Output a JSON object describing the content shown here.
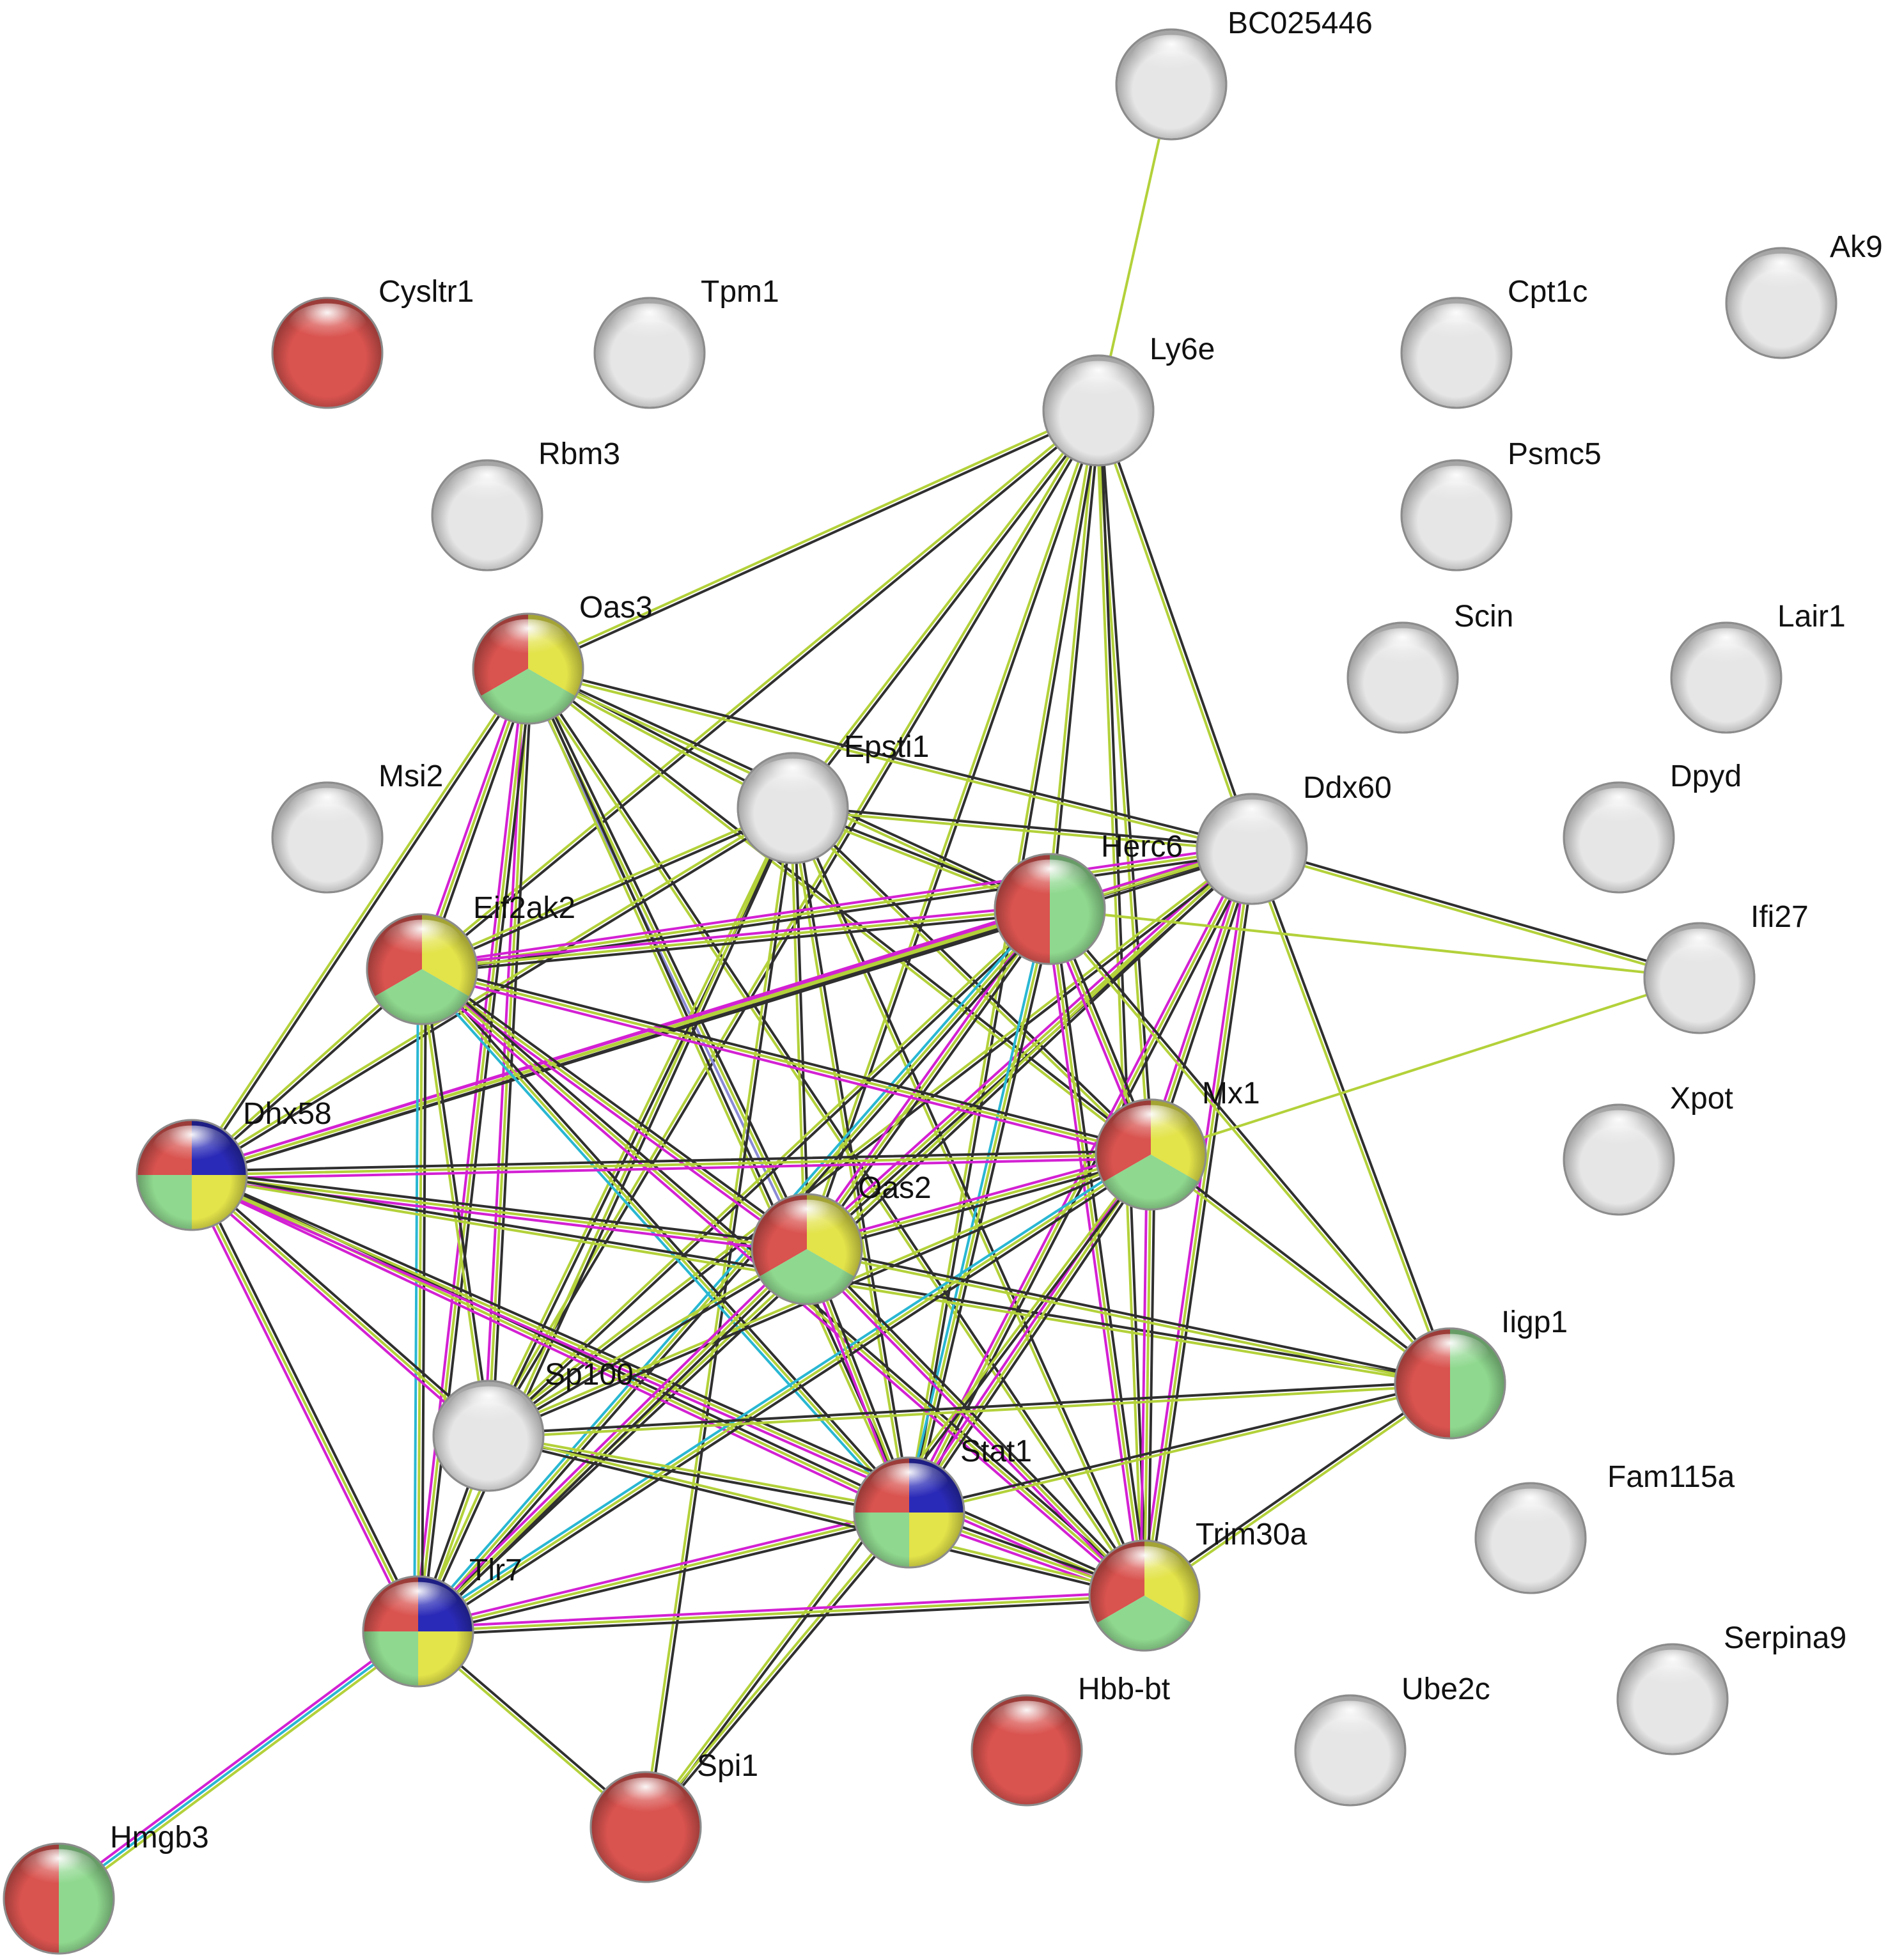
{
  "colors": {
    "gray_node": "#e6e6e6",
    "red": "#d9534f",
    "yellow": "#e3e34a",
    "green": "#8fd88f",
    "blue": "#2a2ab8",
    "edge_black": "#2f2f2f",
    "edge_lime": "#b3d13a",
    "edge_magenta": "#d321d3",
    "edge_cyan": "#29b7d3",
    "edge_lavender": "#8a8ad6"
  },
  "nodes": [
    {
      "id": "BC025446",
      "label": "BC025446",
      "colors": []
    },
    {
      "id": "Ly6e",
      "label": "Ly6e",
      "colors": []
    },
    {
      "id": "Cysltr1",
      "label": "Cysltr1",
      "colors": [
        "red"
      ]
    },
    {
      "id": "Tpm1",
      "label": "Tpm1",
      "colors": []
    },
    {
      "id": "Cpt1c",
      "label": "Cpt1c",
      "colors": []
    },
    {
      "id": "Ak9",
      "label": "Ak9",
      "colors": []
    },
    {
      "id": "Rbm3",
      "label": "Rbm3",
      "colors": []
    },
    {
      "id": "Psmc5",
      "label": "Psmc5",
      "colors": []
    },
    {
      "id": "Scin",
      "label": "Scin",
      "colors": []
    },
    {
      "id": "Lair1",
      "label": "Lair1",
      "colors": []
    },
    {
      "id": "Oas3",
      "label": "Oas3",
      "colors": [
        "red",
        "yellow",
        "green"
      ]
    },
    {
      "id": "Msi2",
      "label": "Msi2",
      "colors": []
    },
    {
      "id": "Epsti1",
      "label": "Epsti1",
      "colors": []
    },
    {
      "id": "Ddx60",
      "label": "Ddx60",
      "colors": []
    },
    {
      "id": "Dpyd",
      "label": "Dpyd",
      "colors": []
    },
    {
      "id": "Herc6",
      "label": "Herc6",
      "colors": [
        "red",
        "green"
      ]
    },
    {
      "id": "Eif2ak2",
      "label": "Eif2ak2",
      "colors": [
        "red",
        "yellow",
        "green"
      ]
    },
    {
      "id": "Ifi27",
      "label": "Ifi27",
      "colors": []
    },
    {
      "id": "Dhx58",
      "label": "Dhx58",
      "colors": [
        "red",
        "blue",
        "yellow",
        "green"
      ]
    },
    {
      "id": "Mx1",
      "label": "Mx1",
      "colors": [
        "red",
        "yellow",
        "green"
      ]
    },
    {
      "id": "Xpot",
      "label": "Xpot",
      "colors": []
    },
    {
      "id": "Oas2",
      "label": "Oas2",
      "colors": [
        "red",
        "yellow",
        "green"
      ]
    },
    {
      "id": "Iigp1",
      "label": "Iigp1",
      "colors": [
        "red",
        "green"
      ]
    },
    {
      "id": "Sp100",
      "label": "Sp100",
      "colors": []
    },
    {
      "id": "Stat1",
      "label": "Stat1",
      "colors": [
        "red",
        "blue",
        "yellow",
        "green"
      ]
    },
    {
      "id": "Fam115a",
      "label": "Fam115a",
      "colors": []
    },
    {
      "id": "Trim30a",
      "label": "Trim30a",
      "colors": [
        "red",
        "yellow",
        "green"
      ]
    },
    {
      "id": "Tlr7",
      "label": "Tlr7",
      "colors": [
        "red",
        "blue",
        "yellow",
        "green"
      ]
    },
    {
      "id": "Serpina9",
      "label": "Serpina9",
      "colors": []
    },
    {
      "id": "Hbb-bt",
      "label": "Hbb-bt",
      "colors": [
        "red"
      ]
    },
    {
      "id": "Ube2c",
      "label": "Ube2c",
      "colors": []
    },
    {
      "id": "Spi1",
      "label": "Spi1",
      "colors": [
        "red"
      ]
    },
    {
      "id": "Hmgb3",
      "label": "Hmgb3",
      "colors": [
        "red",
        "green"
      ]
    }
  ],
  "edges": [
    {
      "source": "BC025446",
      "target": "Ly6e",
      "types": [
        "edge_lime"
      ]
    },
    {
      "source": "Ly6e",
      "target": "Oas3",
      "types": [
        "edge_black",
        "edge_lime"
      ]
    },
    {
      "source": "Ly6e",
      "target": "Epsti1",
      "types": [
        "edge_black",
        "edge_lime"
      ]
    },
    {
      "source": "Ly6e",
      "target": "Herc6",
      "types": [
        "edge_black",
        "edge_lime"
      ]
    },
    {
      "source": "Ly6e",
      "target": "Ddx60",
      "types": [
        "edge_black",
        "edge_lime"
      ]
    },
    {
      "source": "Ly6e",
      "target": "Mx1",
      "types": [
        "edge_black",
        "edge_lime"
      ]
    },
    {
      "source": "Ly6e",
      "target": "Oas2",
      "types": [
        "edge_black",
        "edge_lime"
      ]
    },
    {
      "source": "Ly6e",
      "target": "Stat1",
      "types": [
        "edge_black",
        "edge_lime"
      ]
    },
    {
      "source": "Ly6e",
      "target": "Trim30a",
      "types": [
        "edge_black",
        "edge_lime"
      ]
    },
    {
      "source": "Ly6e",
      "target": "Sp100",
      "types": [
        "edge_black",
        "edge_lime"
      ]
    },
    {
      "source": "Ly6e",
      "target": "Eif2ak2",
      "types": [
        "edge_black",
        "edge_lime"
      ]
    },
    {
      "source": "Oas3",
      "target": "Epsti1",
      "types": [
        "edge_black",
        "edge_lime"
      ]
    },
    {
      "source": "Oas3",
      "target": "Herc6",
      "types": [
        "edge_black",
        "edge_lime"
      ]
    },
    {
      "source": "Oas3",
      "target": "Ddx60",
      "types": [
        "edge_black",
        "edge_lime"
      ]
    },
    {
      "source": "Oas3",
      "target": "Eif2ak2",
      "types": [
        "edge_black",
        "edge_lime",
        "edge_magenta"
      ]
    },
    {
      "source": "Oas3",
      "target": "Dhx58",
      "types": [
        "edge_black",
        "edge_lime"
      ]
    },
    {
      "source": "Oas3",
      "target": "Mx1",
      "types": [
        "edge_black",
        "edge_lime"
      ]
    },
    {
      "source": "Oas3",
      "target": "Oas2",
      "types": [
        "edge_black",
        "edge_lime",
        "edge_lavender"
      ]
    },
    {
      "source": "Oas3",
      "target": "Stat1",
      "types": [
        "edge_black",
        "edge_lime"
      ]
    },
    {
      "source": "Oas3",
      "target": "Trim30a",
      "types": [
        "edge_black",
        "edge_lime"
      ]
    },
    {
      "source": "Oas3",
      "target": "Sp100",
      "types": [
        "edge_black",
        "edge_lime",
        "edge_magenta"
      ]
    },
    {
      "source": "Oas3",
      "target": "Tlr7",
      "types": [
        "edge_black",
        "edge_lime",
        "edge_magenta"
      ]
    },
    {
      "source": "Epsti1",
      "target": "Herc6",
      "types": [
        "edge_black",
        "edge_lime"
      ]
    },
    {
      "source": "Epsti1",
      "target": "Ddx60",
      "types": [
        "edge_black",
        "edge_lime"
      ]
    },
    {
      "source": "Epsti1",
      "target": "Mx1",
      "types": [
        "edge_black",
        "edge_lime"
      ]
    },
    {
      "source": "Epsti1",
      "target": "Oas2",
      "types": [
        "edge_black",
        "edge_lime"
      ]
    },
    {
      "source": "Epsti1",
      "target": "Stat1",
      "types": [
        "edge_black",
        "edge_lime"
      ]
    },
    {
      "source": "Epsti1",
      "target": "Trim30a",
      "types": [
        "edge_black",
        "edge_lime"
      ]
    },
    {
      "source": "Epsti1",
      "target": "Dhx58",
      "types": [
        "edge_black",
        "edge_lime"
      ]
    },
    {
      "source": "Epsti1",
      "target": "Eif2ak2",
      "types": [
        "edge_black",
        "edge_lime"
      ]
    },
    {
      "source": "Epsti1",
      "target": "Sp100",
      "types": [
        "edge_black",
        "edge_lime"
      ]
    },
    {
      "source": "Epsti1",
      "target": "Spi1",
      "types": [
        "edge_black",
        "edge_lime"
      ]
    },
    {
      "source": "Epsti1",
      "target": "Tlr7",
      "types": [
        "edge_black",
        "edge_lime"
      ]
    },
    {
      "source": "Ddx60",
      "target": "Herc6",
      "types": [
        "edge_black",
        "edge_lime"
      ]
    },
    {
      "source": "Ddx60",
      "target": "Ifi27",
      "types": [
        "edge_black",
        "edge_lime"
      ]
    },
    {
      "source": "Ddx60",
      "target": "Mx1",
      "types": [
        "edge_black",
        "edge_lime",
        "edge_magenta"
      ]
    },
    {
      "source": "Ddx60",
      "target": "Iigp1",
      "types": [
        "edge_black",
        "edge_lime"
      ]
    },
    {
      "source": "Ddx60",
      "target": "Oas2",
      "types": [
        "edge_black",
        "edge_lime",
        "edge_magenta"
      ]
    },
    {
      "source": "Ddx60",
      "target": "Stat1",
      "types": [
        "edge_black",
        "edge_lime",
        "edge_magenta"
      ]
    },
    {
      "source": "Ddx60",
      "target": "Trim30a",
      "types": [
        "edge_black",
        "edge_lime",
        "edge_magenta"
      ]
    },
    {
      "source": "Ddx60",
      "target": "Dhx58",
      "types": [
        "edge_black",
        "edge_lime",
        "edge_magenta"
      ]
    },
    {
      "source": "Ddx60",
      "target": "Eif2ak2",
      "types": [
        "edge_black",
        "edge_lime",
        "edge_magenta"
      ]
    },
    {
      "source": "Ddx60",
      "target": "Sp100",
      "types": [
        "edge_black",
        "edge_lime"
      ]
    },
    {
      "source": "Ddx60",
      "target": "Tlr7",
      "types": [
        "edge_black",
        "edge_lime"
      ]
    },
    {
      "source": "Herc6",
      "target": "Mx1",
      "types": [
        "edge_black",
        "edge_lime",
        "edge_magenta"
      ]
    },
    {
      "source": "Herc6",
      "target": "Oas2",
      "types": [
        "edge_black",
        "edge_lime",
        "edge_magenta"
      ]
    },
    {
      "source": "Herc6",
      "target": "Stat1",
      "types": [
        "edge_black",
        "edge_lime",
        "edge_cyan"
      ]
    },
    {
      "source": "Herc6",
      "target": "Trim30a",
      "types": [
        "edge_black",
        "edge_lime",
        "edge_magenta"
      ]
    },
    {
      "source": "Herc6",
      "target": "Dhx58",
      "types": [
        "edge_black",
        "edge_lime",
        "edge_magenta"
      ]
    },
    {
      "source": "Herc6",
      "target": "Eif2ak2",
      "types": [
        "edge_black",
        "edge_lime",
        "edge_magenta"
      ]
    },
    {
      "source": "Herc6",
      "target": "Sp100",
      "types": [
        "edge_black",
        "edge_lime"
      ]
    },
    {
      "source": "Herc6",
      "target": "Tlr7",
      "types": [
        "edge_black",
        "edge_lime",
        "edge_cyan"
      ]
    },
    {
      "source": "Herc6",
      "target": "Iigp1",
      "types": [
        "edge_black",
        "edge_lime"
      ]
    },
    {
      "source": "Eif2ak2",
      "target": "Dhx58",
      "types": [
        "edge_black",
        "edge_lime"
      ]
    },
    {
      "source": "Eif2ak2",
      "target": "Oas2",
      "types": [
        "edge_black",
        "edge_lime",
        "edge_magenta"
      ]
    },
    {
      "source": "Eif2ak2",
      "target": "Mx1",
      "types": [
        "edge_black",
        "edge_lime",
        "edge_magenta"
      ]
    },
    {
      "source": "Eif2ak2",
      "target": "Stat1",
      "types": [
        "edge_black",
        "edge_lime",
        "edge_cyan"
      ]
    },
    {
      "source": "Eif2ak2",
      "target": "Trim30a",
      "types": [
        "edge_black",
        "edge_lime",
        "edge_magenta"
      ]
    },
    {
      "source": "Eif2ak2",
      "target": "Tlr7",
      "types": [
        "edge_black",
        "edge_lime",
        "edge_cyan"
      ]
    },
    {
      "source": "Eif2ak2",
      "target": "Sp100",
      "types": [
        "edge_black",
        "edge_lime"
      ]
    },
    {
      "source": "Ifi27",
      "target": "Mx1",
      "types": [
        "edge_lime"
      ]
    },
    {
      "source": "Ifi27",
      "target": "Herc6",
      "types": [
        "edge_lime"
      ]
    },
    {
      "source": "Dhx58",
      "target": "Mx1",
      "types": [
        "edge_black",
        "edge_lime",
        "edge_magenta"
      ]
    },
    {
      "source": "Dhx58",
      "target": "Oas2",
      "types": [
        "edge_black",
        "edge_lime",
        "edge_magenta"
      ]
    },
    {
      "source": "Dhx58",
      "target": "Stat1",
      "types": [
        "edge_black",
        "edge_lime",
        "edge_magenta"
      ]
    },
    {
      "source": "Dhx58",
      "target": "Trim30a",
      "types": [
        "edge_black",
        "edge_lime",
        "edge_magenta"
      ]
    },
    {
      "source": "Dhx58",
      "target": "Tlr7",
      "types": [
        "edge_black",
        "edge_lime",
        "edge_magenta"
      ]
    },
    {
      "source": "Dhx58",
      "target": "Sp100",
      "types": [
        "edge_black",
        "edge_lime",
        "edge_magenta"
      ]
    },
    {
      "source": "Dhx58",
      "target": "Iigp1",
      "types": [
        "edge_black",
        "edge_lime"
      ]
    },
    {
      "source": "Mx1",
      "target": "Oas2",
      "types": [
        "edge_black",
        "edge_lime",
        "edge_magenta"
      ]
    },
    {
      "source": "Mx1",
      "target": "Stat1",
      "types": [
        "edge_black",
        "edge_lime",
        "edge_magenta"
      ]
    },
    {
      "source": "Mx1",
      "target": "Trim30a",
      "types": [
        "edge_black",
        "edge_lime",
        "edge_magenta"
      ]
    },
    {
      "source": "Mx1",
      "target": "Tlr7",
      "types": [
        "edge_black",
        "edge_lime",
        "edge_cyan"
      ]
    },
    {
      "source": "Mx1",
      "target": "Sp100",
      "types": [
        "edge_black",
        "edge_lime"
      ]
    },
    {
      "source": "Mx1",
      "target": "Iigp1",
      "types": [
        "edge_black",
        "edge_lime"
      ]
    },
    {
      "source": "Mx1",
      "target": "Spi1",
      "types": [
        "edge_black",
        "edge_lime"
      ]
    },
    {
      "source": "Oas2",
      "target": "Stat1",
      "types": [
        "edge_black",
        "edge_lime",
        "edge_magenta"
      ]
    },
    {
      "source": "Oas2",
      "target": "Trim30a",
      "types": [
        "edge_black",
        "edge_lime",
        "edge_magenta"
      ]
    },
    {
      "source": "Oas2",
      "target": "Tlr7",
      "types": [
        "edge_black",
        "edge_lime",
        "edge_magenta"
      ]
    },
    {
      "source": "Oas2",
      "target": "Sp100",
      "types": [
        "edge_black",
        "edge_lime"
      ]
    },
    {
      "source": "Oas2",
      "target": "Iigp1",
      "types": [
        "edge_black",
        "edge_lime"
      ]
    },
    {
      "source": "Stat1",
      "target": "Trim30a",
      "types": [
        "edge_black",
        "edge_lime",
        "edge_magenta"
      ]
    },
    {
      "source": "Stat1",
      "target": "Tlr7",
      "types": [
        "edge_black",
        "edge_lime",
        "edge_magenta"
      ]
    },
    {
      "source": "Stat1",
      "target": "Sp100",
      "types": [
        "edge_black",
        "edge_lime"
      ]
    },
    {
      "source": "Stat1",
      "target": "Iigp1",
      "types": [
        "edge_black",
        "edge_lime"
      ]
    },
    {
      "source": "Stat1",
      "target": "Spi1",
      "types": [
        "edge_black",
        "edge_lime"
      ]
    },
    {
      "source": "Trim30a",
      "target": "Iigp1",
      "types": [
        "edge_black",
        "edge_lime"
      ]
    },
    {
      "source": "Trim30a",
      "target": "Sp100",
      "types": [
        "edge_black",
        "edge_lime"
      ]
    },
    {
      "source": "Trim30a",
      "target": "Tlr7",
      "types": [
        "edge_black",
        "edge_lime",
        "edge_magenta"
      ]
    },
    {
      "source": "Tlr7",
      "target": "Sp100",
      "types": [
        "edge_black",
        "edge_lime"
      ]
    },
    {
      "source": "Tlr7",
      "target": "Spi1",
      "types": [
        "edge_black",
        "edge_lime"
      ]
    },
    {
      "source": "Tlr7",
      "target": "Hmgb3",
      "types": [
        "edge_lime",
        "edge_cyan",
        "edge_magenta"
      ]
    },
    {
      "source": "Sp100",
      "target": "Iigp1",
      "types": [
        "edge_black",
        "edge_lime"
      ]
    }
  ]
}
